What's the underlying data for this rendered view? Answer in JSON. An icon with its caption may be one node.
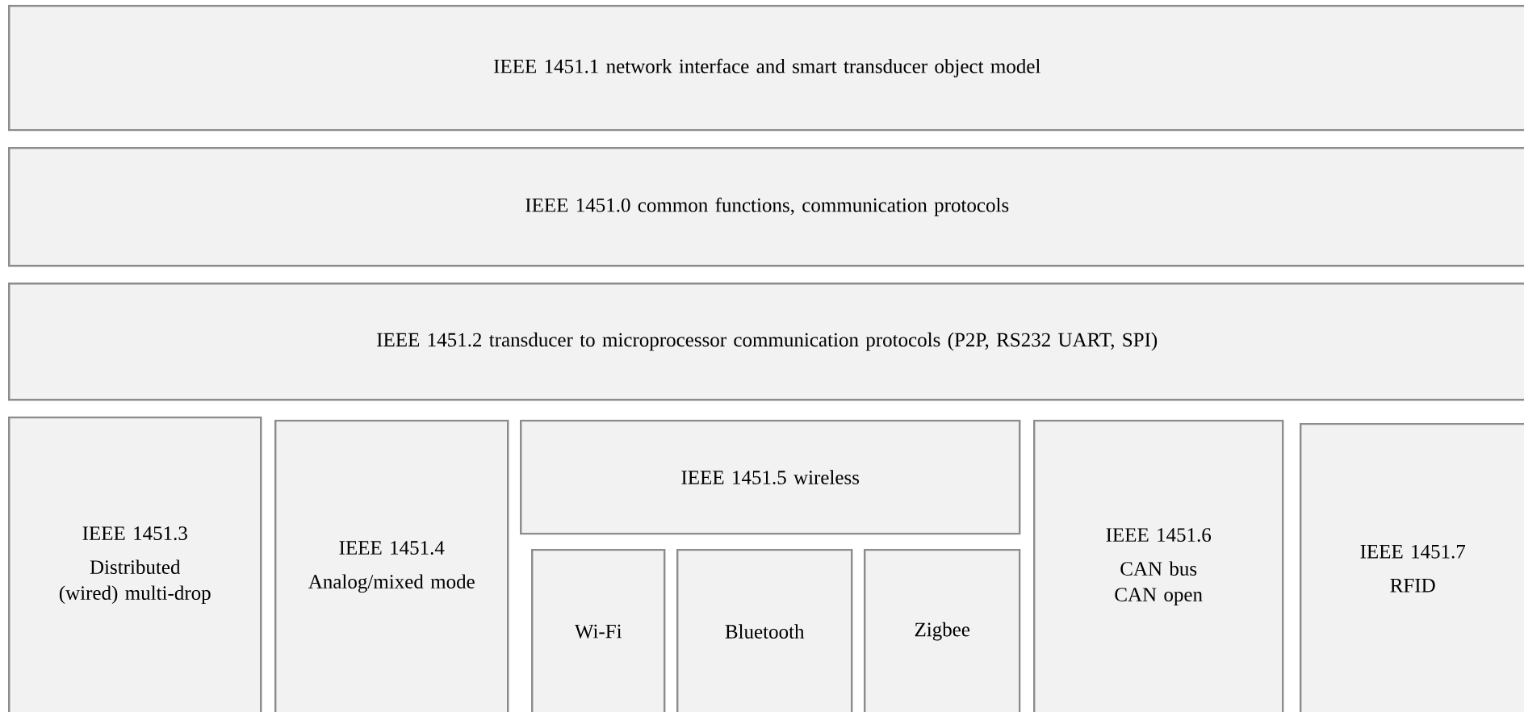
{
  "diagram": {
    "nodes": [
      {
        "text": [
          "IEEE 1451.1 network interface and smart transducer object model"
        ]
      },
      {
        "text": [
          "IEEE 1451.0 common functions, communication protocols"
        ]
      },
      {
        "text": [
          "IEEE 1451.2 transducer to microprocessor communication protocols (P2P, RS232 UART, SPI)"
        ]
      },
      {
        "text": [
          "IEEE 1451.3",
          "Distributed (wired) multi-drop"
        ]
      },
      {
        "text": [
          "IEEE 1451.4",
          "Analog/mixed mode"
        ]
      },
      {
        "text": [
          "IEEE 1451.5 wireless"
        ]
      },
      {
        "text": [
          "Wi-Fi"
        ]
      },
      {
        "text": [
          "Bluetooth"
        ]
      },
      {
        "text": [
          "Zigbee"
        ]
      },
      {
        "text": [
          "IEEE 1451.6",
          "CAN bus CAN open"
        ]
      },
      {
        "text": [
          "IEEE 1451.7",
          "RFID"
        ]
      }
    ]
  }
}
